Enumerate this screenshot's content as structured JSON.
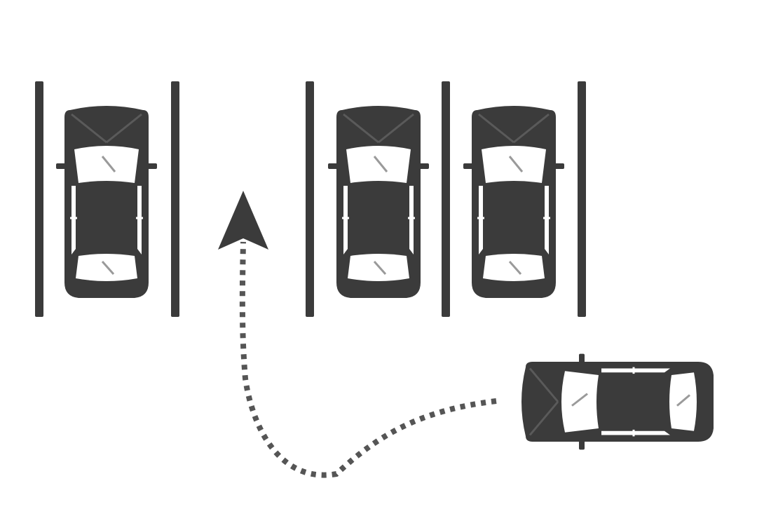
{
  "diagram": {
    "description_free": true,
    "colors": {
      "ink": "#3b3b3b",
      "background": "#ffffff"
    },
    "parking_lot": {
      "spaces": [
        {
          "id": "space-1",
          "occupied": true
        },
        {
          "id": "space-2",
          "occupied": false
        },
        {
          "id": "space-3",
          "occupied": true
        },
        {
          "id": "space-4",
          "occupied": true
        }
      ]
    },
    "icons": [
      "parked-car-icon",
      "moving-car-icon",
      "path-arrow-icon"
    ]
  }
}
